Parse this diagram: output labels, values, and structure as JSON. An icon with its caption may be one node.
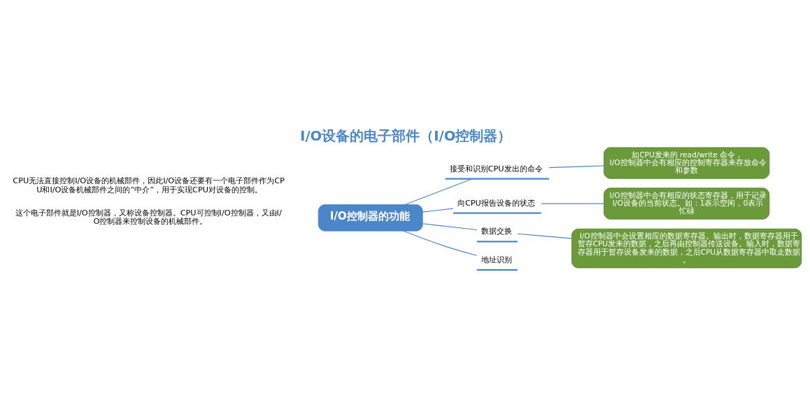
{
  "diagram": {
    "title": "I/O设备的电子部件（I/O控制器）",
    "nodes": [
      {
        "text": [
          "I/O控制器的功能"
        ]
      },
      {
        "text": [
          "接受和识别CPU发出的命令"
        ]
      },
      {
        "text": [
          "向CPU报告设备的状态"
        ]
      },
      {
        "text": [
          "数据交换"
        ]
      },
      {
        "text": [
          "地址识别"
        ]
      },
      {
        "text": [
          "如CPU发来的 read/write 命令，I/O控制器中会有相应的控制寄存器来存放命令和参数"
        ]
      },
      {
        "text": [
          "I/O控制器中会有相应的状态寄存器，用于记录I/O设备的当前状态。如：1表示空闲，0表示忙碌"
        ]
      },
      {
        "text": [
          "I/O控制器中会设置相应的数据寄存器。输出时，数据寄存器用于暂存CPU发来的数据，之后再由控制器传送设备。输入时，数据寄存器用于暂存设备发来的数据，之后CPU从数据寄存器中取走数据。"
        ]
      }
    ],
    "edges": [
      {
        "from": 0,
        "to": 1,
        "arrow": "none"
      },
      {
        "from": 0,
        "to": 2,
        "arrow": "none"
      },
      {
        "from": 0,
        "to": 3,
        "arrow": "none"
      },
      {
        "from": 0,
        "to": 4,
        "arrow": "none"
      },
      {
        "from": 5,
        "to": 1,
        "arrow": "none"
      },
      {
        "from": 6,
        "to": 2,
        "arrow": "none"
      },
      {
        "from": 7,
        "to": 3,
        "arrow": "none"
      }
    ],
    "labels": [
      "CPU无法直接控制I/O设备的机械部件，因此I/O设备还要有一个电子部件作为CPU和I/O设备机械部件之间的“中介”，用于实现CPU对设备的控制。",
      "这个电子部件就是I/O控制器，又称设备控制器。CPU可控制I/O控制器，又由I/O控制器来控制设备的机械部件。"
    ]
  }
}
